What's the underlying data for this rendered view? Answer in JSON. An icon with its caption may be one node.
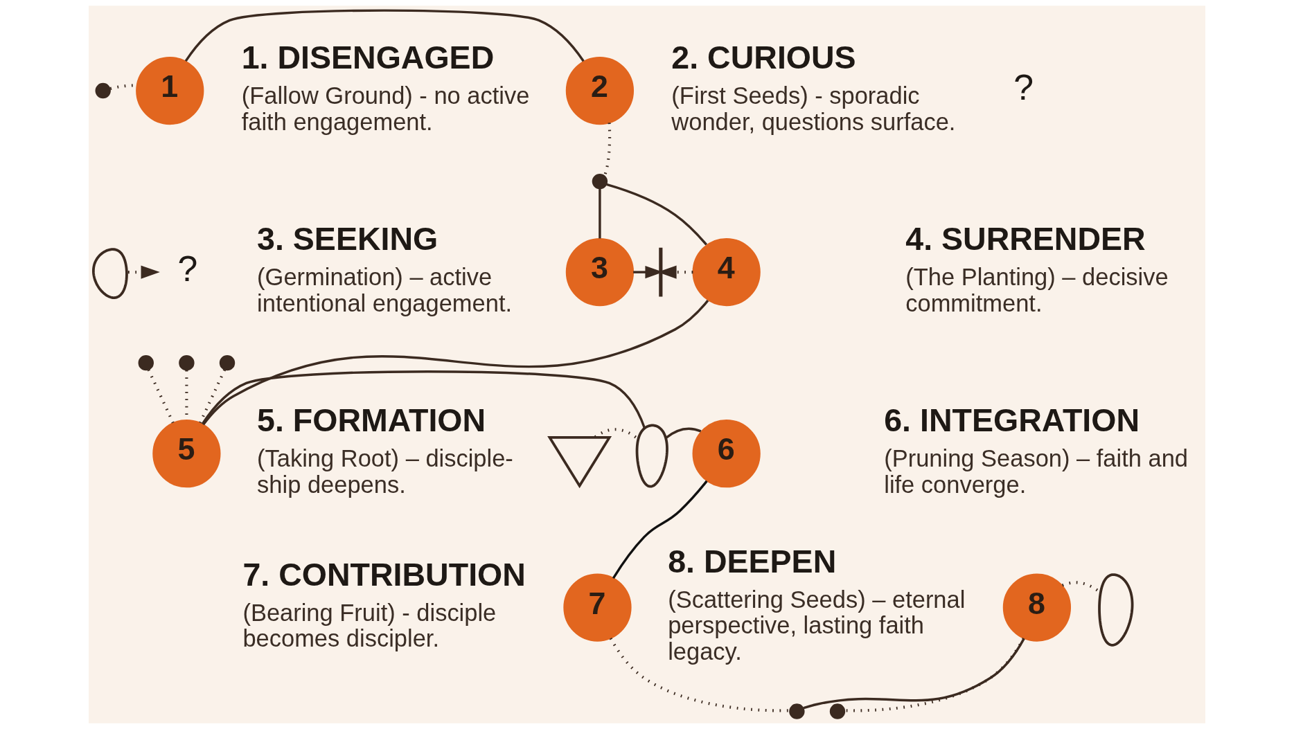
{
  "diagram": {
    "nodes": [
      {
        "text": [],
        "shape": "circle"
      },
      {
        "text": [
          "1"
        ],
        "beside": [
          "1. DISENGAGED",
          "(Fallow Ground) - no active faith engagement."
        ]
      },
      {
        "text": [
          "2"
        ],
        "beside": [
          "2. CURIOUS",
          "(First Seeds) - sporadic wonder, questions surface."
        ]
      },
      {
        "text": [],
        "shape": "circle"
      },
      {
        "text": [],
        "shape": "picture"
      },
      {
        "text": [
          "?"
        ]
      },
      {
        "text": [
          "3"
        ],
        "beside": [
          "3. SEEKING",
          "(Germination) – active intentional engagement."
        ]
      },
      {
        "text": [],
        "shape": "bar"
      },
      {
        "text": [
          "4"
        ],
        "beside": [
          "4. SURRENDER",
          "(The Planting) – decisive commitment."
        ]
      },
      {
        "text": [],
        "shape": "circle"
      },
      {
        "text": [],
        "shape": "circle"
      },
      {
        "text": [],
        "shape": "circle"
      },
      {
        "text": [
          "5"
        ],
        "beside": [
          "5. FORMATION",
          "(Taking Root) – disciple- ship deepens."
        ]
      },
      {
        "text": [],
        "shape": "picture"
      },
      {
        "text": [],
        "shape": "picture"
      },
      {
        "text": [
          "6"
        ],
        "beside": [
          "6. INTEGRATION",
          "(Pruning Season) – faith and life converge."
        ]
      },
      {
        "text": [
          "7"
        ],
        "beside": [
          "7. CONTRIBUTION",
          "(Bearing Fruit) - disciple becomes discipler."
        ]
      },
      {
        "text": [],
        "shape": "circle"
      },
      {
        "text": [
          "8"
        ],
        "beside": [
          "8. DEEPEN",
          "(Scattering Seeds) – eternal perspective, lasting faith legacy."
        ]
      },
      {
        "text": [],
        "shape": "circle"
      },
      {
        "text": [],
        "shape": "picture"
      }
    ],
    "edges": [
      {
        "from": 0,
        "to": 1,
        "arrow": "none",
        "style": "dashed"
      },
      {
        "from": 1,
        "to": 2,
        "arrow": "none"
      },
      {
        "from": 2,
        "to": 3,
        "arrow": "none",
        "style": "dashed"
      },
      {
        "from": 3,
        "to": 6,
        "arrow": "none"
      },
      {
        "from": 3,
        "to": 8,
        "arrow": "none"
      },
      {
        "from": 4,
        "to": 5,
        "arrow": "to",
        "style": "dashed"
      },
      {
        "from": 6,
        "to": 7,
        "arrow": "to"
      },
      {
        "from": 8,
        "to": 7,
        "arrow": "to",
        "style": "dashed"
      },
      {
        "from": 8,
        "to": 12,
        "arrow": "none"
      },
      {
        "from": 9,
        "to": 12,
        "arrow": "none",
        "style": "dashed"
      },
      {
        "from": 10,
        "to": 12,
        "arrow": "none",
        "style": "dashed"
      },
      {
        "from": 11,
        "to": 12,
        "arrow": "none",
        "style": "dashed"
      },
      {
        "from": 12,
        "to": 14,
        "arrow": "none"
      },
      {
        "from": 13,
        "to": 14,
        "arrow": "none",
        "style": "dashed"
      },
      {
        "from": 14,
        "to": 15,
        "arrow": "none"
      },
      {
        "from": 15,
        "to": 16,
        "arrow": "none",
        "color": "#111111"
      },
      {
        "from": 16,
        "to": 17,
        "arrow": "none",
        "style": "dashed"
      },
      {
        "from": 17,
        "to": 18,
        "arrow": "none"
      },
      {
        "from": 18,
        "to": 19,
        "arrow": "none",
        "style": "dashed"
      },
      {
        "from": 18,
        "to": 20,
        "arrow": "none",
        "style": "dashed"
      }
    ],
    "labels": [
      "?"
    ]
  }
}
